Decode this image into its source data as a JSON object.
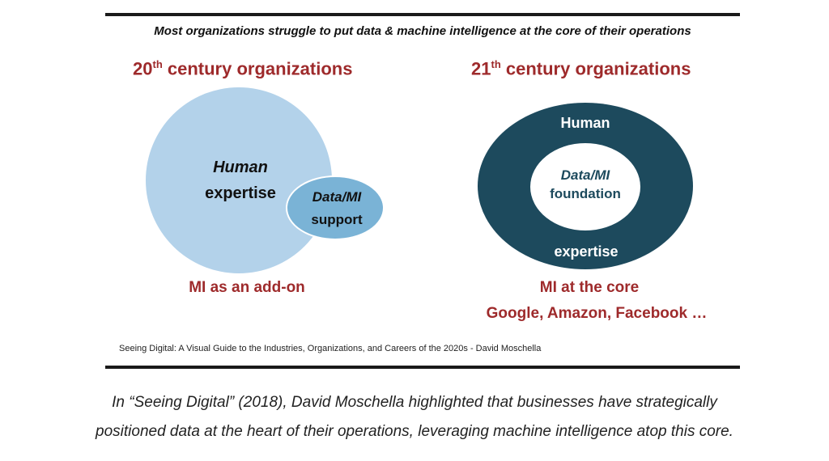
{
  "headline": "Most organizations struggle to put data & machine intelligence at the core of their operations",
  "left": {
    "title_prefix": "20",
    "title_sup": "th",
    "title_suffix": " century organizations",
    "big_circle_line1": "Human",
    "big_circle_line2": "expertise",
    "small_circle_line1": "Data/MI",
    "small_circle_line2": "support",
    "caption": "MI as an add-on"
  },
  "right": {
    "title_prefix": "21",
    "title_sup": "th",
    "title_suffix": " century organizations",
    "ring_top": "Human",
    "ring_bottom": "expertise",
    "core_line1": "Data/MI",
    "core_line2": "foundation",
    "caption": "MI at the core",
    "companies": "Google, Amazon, Facebook …"
  },
  "source": "Seeing Digital: A Visual Guide to the Industries, Organizations, and Careers of the 2020s - David Moschella",
  "footer": {
    "line1": "In “Seeing Digital” (2018), David Moschella highlighted that businesses have strategically",
    "line2": "positioned data at the heart of their operations, leveraging machine intelligence atop this core."
  },
  "colors": {
    "accent_red": "#9e2a2b",
    "light_blue": "#b3d2ea",
    "mid_blue": "#7ab3d6",
    "dark_teal": "#1d4a5d"
  }
}
